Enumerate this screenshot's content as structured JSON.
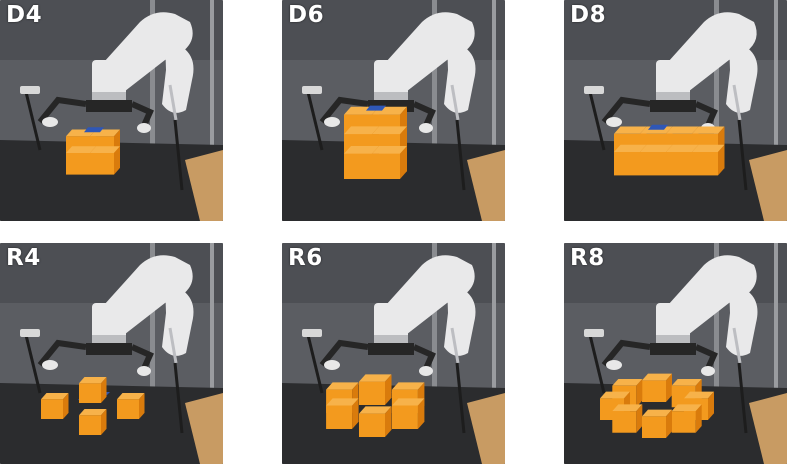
{
  "panels": [
    {
      "label": "D4",
      "pattern": "dense",
      "count": 4
    },
    {
      "label": "D6",
      "pattern": "dense",
      "count": 6
    },
    {
      "label": "D8",
      "pattern": "dense",
      "count": 8
    },
    {
      "label": "R4",
      "pattern": "ring",
      "count": 4
    },
    {
      "label": "R6",
      "pattern": "ring",
      "count": 6
    },
    {
      "label": "R8",
      "pattern": "ring",
      "count": 8
    }
  ],
  "colors": {
    "wall": "#5b5d62",
    "wall_dark": "#3f4146",
    "table": "#2b2c2e",
    "wood": "#c89b63",
    "robot": "#e9e9ea",
    "robot_shadow": "#bdbec2",
    "cube": "#f39a1e",
    "cube_dark": "#d97b0c",
    "center": "#2f57b6",
    "hand": "#262626"
  }
}
